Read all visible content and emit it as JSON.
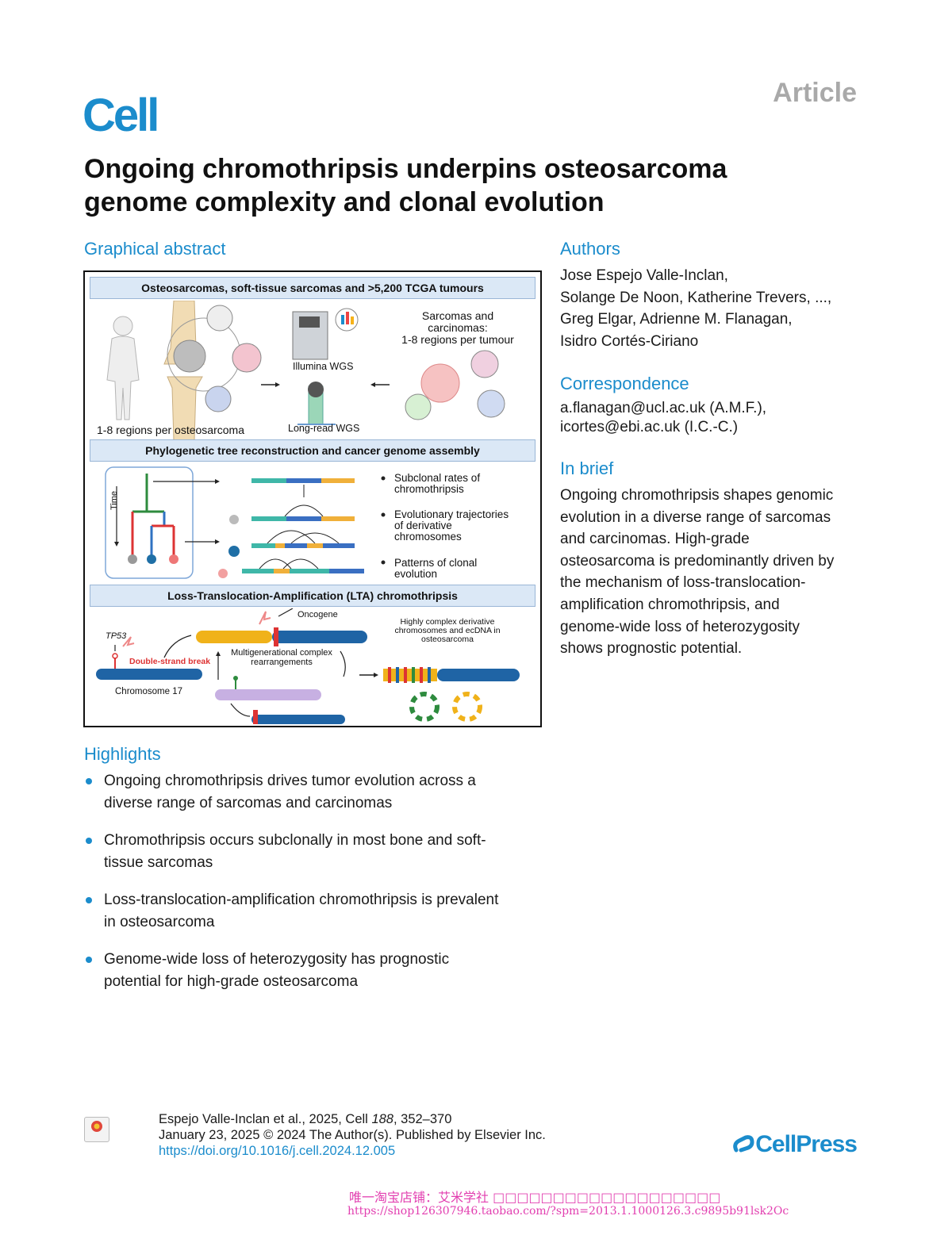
{
  "header": {
    "journal": "Cell",
    "article_type": "Article",
    "title_line1": "Ongoing chromothripsis underpins osteosarcoma",
    "title_line2": "genome complexity and clonal evolution"
  },
  "graphical_abstract": {
    "heading": "Graphical abstract",
    "panel1_title": "Osteosarcomas, soft-tissue sarcomas and >5,200 TCGA tumours",
    "regions_osteo": "1-8 regions per osteosarcoma",
    "illumina": "Illumina WGS",
    "longread": "Long-read WGS",
    "sarc_line1": "Sarcomas and",
    "sarc_line2": "carcinomas:",
    "sarc_line3": "1-8 regions per tumour",
    "panel2_title": "Phylogenetic tree reconstruction and cancer genome assembly",
    "time_label": "Time",
    "bullet1_l1": "Subclonal rates of",
    "bullet1_l2": "chromothripsis",
    "bullet2_l1": "Evolutionary trajectories",
    "bullet2_l2": "of derivative",
    "bullet2_l3": "chromosomes",
    "bullet3_l1": "Patterns of clonal",
    "bullet3_l2": "evolution",
    "panel3_title": "Loss-Translocation-Amplification (LTA) chromothripsis",
    "oncogene": "Oncogene",
    "tp53": "TP53",
    "dsb": "Double-strand break",
    "chr17": "Chromosome 17",
    "multigen_l1": "Multigenerational complex",
    "multigen_l2": "rearrangements",
    "complex_l1": "Highly complex derivative",
    "complex_l2": "chromosomes and ecDNA in",
    "complex_l3": "osteosarcoma"
  },
  "authors": {
    "heading": "Authors",
    "line1": "Jose Espejo Valle-Inclan,",
    "line2": "Solange De Noon, Katherine Trevers, ...,",
    "line3": "Greg Elgar, Adrienne M. Flanagan,",
    "line4": "Isidro Cortés-Ciriano"
  },
  "correspondence": {
    "heading": "Correspondence",
    "line1": "a.flanagan@ucl.ac.uk (A.M.F.),",
    "line2": "icortes@ebi.ac.uk (I.C.-C.)"
  },
  "in_brief": {
    "heading": "In brief",
    "lines": [
      "Ongoing chromothripsis shapes genomic",
      "evolution in a diverse range of sarcomas",
      "and carcinomas. High-grade",
      "osteosarcoma is predominantly driven by",
      "the mechanism of loss-translocation-",
      "amplification chromothripsis, and",
      "genome-wide loss of heterozygosity",
      "shows prognostic potential."
    ]
  },
  "highlights": {
    "heading": "Highlights",
    "items": [
      {
        "l1": "Ongoing chromothripsis drives tumor evolution across a",
        "l2": "diverse range of sarcomas and carcinomas"
      },
      {
        "l1": "Chromothripsis occurs subclonally in most bone and soft-",
        "l2": "tissue sarcomas"
      },
      {
        "l1": "Loss-translocation-amplification chromothripsis is prevalent",
        "l2": "in osteosarcoma"
      },
      {
        "l1": "Genome-wide loss of heterozygosity has prognostic",
        "l2": "potential for high-grade osteosarcoma"
      }
    ]
  },
  "footer": {
    "citation_prefix": "Espejo Valle-Inclan et al., 2025, Cell ",
    "volume": "188",
    "pages": ", 352–370",
    "date_line": "January 23, 2025 © 2024 The Author(s). Published by Elsevier Inc.",
    "doi": "https://doi.org/10.1016/j.cell.2024.12.005",
    "publisher": "CellPress"
  },
  "watermark": {
    "line1": "唯一淘宝店铺：艾米学社 □□□□□□□□□□□□□□□□□□□",
    "line2": "https://shop126307946.taobao.com/?spm=2013.1.1000126.3.c9895b91lsk2Oc"
  },
  "colors": {
    "accent": "#1b8ccc",
    "article_gray": "#a9a9a9",
    "watermark": "#e23fb0"
  }
}
